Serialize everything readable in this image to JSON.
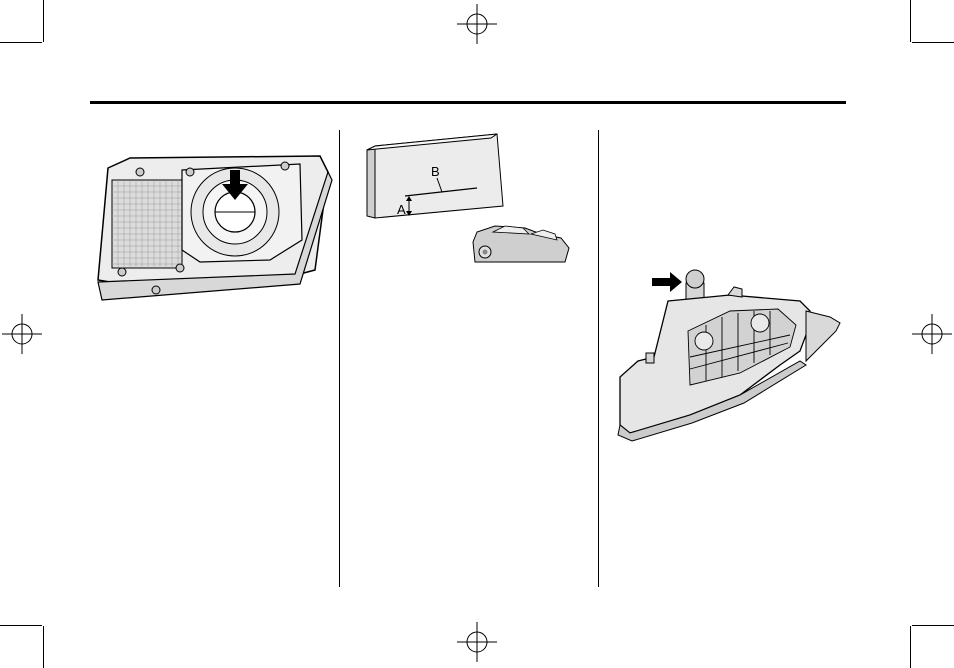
{
  "figures": {
    "beam_screen": {
      "label_a": "A",
      "label_b": "B"
    }
  },
  "colors": {
    "ink": "#000000",
    "paper": "#ffffff",
    "housing_fill": "#e6e6e6",
    "shadow": "#bdbdbd"
  },
  "icons": [
    "registration-mark",
    "arrow-down",
    "arrow-right"
  ]
}
